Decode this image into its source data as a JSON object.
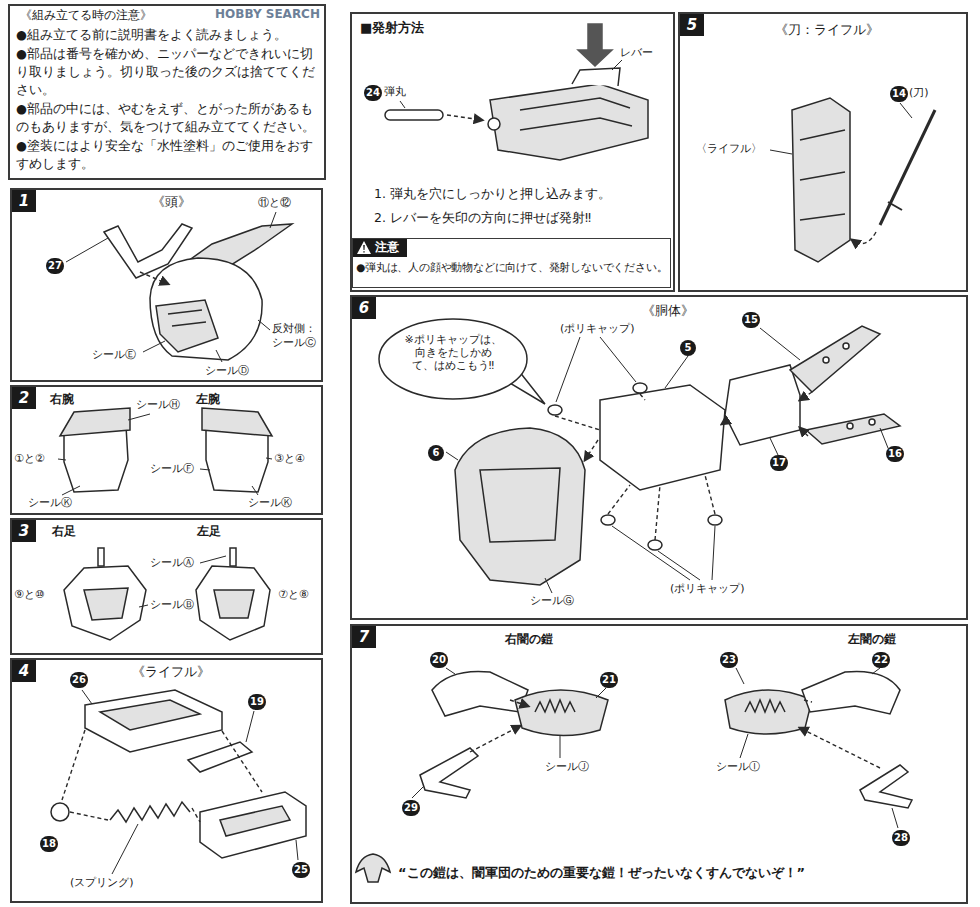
{
  "diagram": {
    "nodes": [
      {
        "text": [
          "《組み立てる時の注意》",
          "●組み立てる前に説明書をよく読みましょう。",
          "●部品は番号を確かめ、ニッパーなどできれいに切り取りましょう。切り取った後のクズは捨ててください。",
          "●部品の中には、やむをえず、とがった所があるものもありますが、気をつけて組み立ててください。",
          "●塗装にはより安全な「水性塗料」のご使用をおすすめします。"
        ]
      },
      {
        "text": [
          "1",
          "《頭》"
        ]
      },
      {
        "text": [
          "2"
        ]
      },
      {
        "text": [
          "3"
        ]
      },
      {
        "text": [
          "4",
          "《ライフル》"
        ]
      },
      {
        "text": [
          "■発射方法",
          "1. 弾丸を穴にしっかりと押し込みます。",
          "2. レバーを矢印の方向に押せば発射‼"
        ]
      },
      {
        "text": [
          "注意",
          "●弾丸は、人の顔や動物などに向けて、発射しないでください。"
        ],
        "in": 5
      },
      {
        "text": [
          "5",
          "《刀：ライフル》"
        ]
      },
      {
        "text": [
          "6",
          "《胴体》"
        ]
      },
      {
        "text": [
          "※ポリキャップは、向きをたしかめて、はめこもう‼"
        ],
        "in": 8
      },
      {
        "text": [
          "7"
        ]
      }
    ],
    "labels": [
      "HOBBY SEARCH",
      "27",
      "⑪と⑫",
      "シールⒺ",
      "シールⒹ",
      "反対側： シールⒸ",
      "右腕",
      "左腕",
      "シールⒽ",
      "①と②",
      "シールⒻ",
      "③と④",
      "シールⓀ",
      "シールⓀ",
      "右足",
      "左足",
      "シールⒶ",
      "シールⒷ",
      "⑨と⑩",
      "⑦と⑧",
      "26",
      "19",
      "18",
      "(スプリング)",
      "25",
      "24",
      "弾丸",
      "レバー",
      "〈ライフル〉",
      "14",
      "(刀)",
      "(ポリキャップ)",
      "15",
      "5",
      "17",
      "6",
      "16",
      "シールⒼ",
      "(ポリキャップ)",
      "右闇の鎧",
      "左闇の鎧",
      "20",
      "21",
      "23",
      "22",
      "29",
      "シールⒿ",
      "シールⒾ",
      "28",
      "“この鎧は、闇軍団のための重要な鎧！ぜったいなくすんでないぞ！”"
    ]
  }
}
